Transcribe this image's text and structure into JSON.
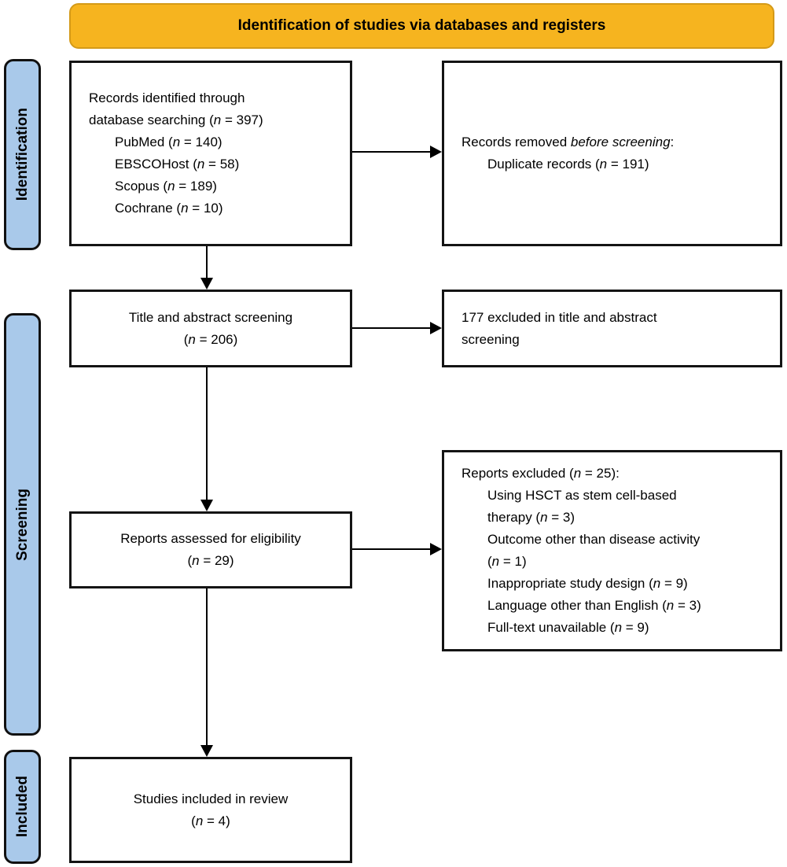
{
  "banner": {
    "label": "Identification of studies via databases and registers"
  },
  "colors": {
    "banner_bg": "#F6B41F",
    "banner_border": "#D49A18",
    "stage_bg": "#A9C9EA",
    "box_border": "#141414",
    "arrow": "#000000",
    "text": "#000000"
  },
  "stages": [
    {
      "id": "identification",
      "label": "Identification"
    },
    {
      "id": "screening",
      "label": "Screening"
    },
    {
      "id": "included",
      "label": "Included"
    }
  ],
  "boxes": {
    "records_identified": {
      "align": "left",
      "lines": [
        {
          "seg": [
            {
              "t": "Records identified through"
            }
          ]
        },
        {
          "seg": [
            {
              "t": "database searching ("
            },
            {
              "t": "n",
              "i": true
            },
            {
              "t": " = 397)"
            }
          ]
        },
        {
          "indent": true,
          "seg": [
            {
              "t": "PubMed ("
            },
            {
              "t": "n",
              "i": true
            },
            {
              "t": " = 140)"
            }
          ]
        },
        {
          "indent": true,
          "seg": [
            {
              "t": "EBSCOHost ("
            },
            {
              "t": "n",
              "i": true
            },
            {
              "t": " = 58)"
            }
          ]
        },
        {
          "indent": true,
          "seg": [
            {
              "t": "Scopus ("
            },
            {
              "t": "n",
              "i": true
            },
            {
              "t": " = 189)"
            }
          ]
        },
        {
          "indent": true,
          "seg": [
            {
              "t": "Cochrane ("
            },
            {
              "t": "n",
              "i": true
            },
            {
              "t": " = 10)"
            }
          ]
        }
      ]
    },
    "records_removed": {
      "align": "left",
      "lines": [
        {
          "seg": [
            {
              "t": "Records removed "
            },
            {
              "t": "before screening",
              "i": true
            },
            {
              "t": ":"
            }
          ]
        },
        {
          "indent": true,
          "seg": [
            {
              "t": "Duplicate records ("
            },
            {
              "t": "n",
              "i": true
            },
            {
              "t": " = 191)"
            }
          ]
        }
      ]
    },
    "title_abstract_screening": {
      "align": "center",
      "lines": [
        {
          "seg": [
            {
              "t": "Title and abstract screening"
            }
          ]
        },
        {
          "seg": [
            {
              "t": "("
            },
            {
              "t": "n",
              "i": true
            },
            {
              "t": " = 206)"
            }
          ]
        }
      ]
    },
    "excluded_title_abstract": {
      "align": "left",
      "lines": [
        {
          "seg": [
            {
              "t": "177 excluded in title and abstract"
            }
          ]
        },
        {
          "seg": [
            {
              "t": "screening"
            }
          ]
        }
      ]
    },
    "reports_assessed": {
      "align": "center",
      "lines": [
        {
          "seg": [
            {
              "t": "Reports assessed for eligibility"
            }
          ]
        },
        {
          "seg": [
            {
              "t": "("
            },
            {
              "t": "n",
              "i": true
            },
            {
              "t": " = 29)"
            }
          ]
        }
      ]
    },
    "reports_excluded": {
      "align": "left",
      "lines": [
        {
          "seg": [
            {
              "t": "Reports excluded ("
            },
            {
              "t": "n",
              "i": true
            },
            {
              "t": " = 25):"
            }
          ]
        },
        {
          "indent": true,
          "seg": [
            {
              "t": "Using HSCT as stem cell-based"
            }
          ]
        },
        {
          "indent": true,
          "seg": [
            {
              "t": "therapy ("
            },
            {
              "t": "n",
              "i": true
            },
            {
              "t": " = 3)"
            }
          ]
        },
        {
          "indent": true,
          "seg": [
            {
              "t": "Outcome other than disease activity"
            }
          ]
        },
        {
          "indent": true,
          "seg": [
            {
              "t": "("
            },
            {
              "t": "n",
              "i": true
            },
            {
              "t": " = 1)"
            }
          ]
        },
        {
          "indent": true,
          "seg": [
            {
              "t": "Inappropriate study design ("
            },
            {
              "t": "n",
              "i": true
            },
            {
              "t": " = 9)"
            }
          ]
        },
        {
          "indent": true,
          "seg": [
            {
              "t": "Language other than English ("
            },
            {
              "t": "n",
              "i": true
            },
            {
              "t": " = 3)"
            }
          ]
        },
        {
          "indent": true,
          "seg": [
            {
              "t": "Full-text unavailable ("
            },
            {
              "t": "n",
              "i": true
            },
            {
              "t": " = 9)"
            }
          ]
        }
      ]
    },
    "studies_included": {
      "align": "center",
      "lines": [
        {
          "seg": [
            {
              "t": "Studies included in review"
            }
          ]
        },
        {
          "seg": [
            {
              "t": "("
            },
            {
              "t": "n",
              "i": true
            },
            {
              "t": " = 4)"
            }
          ]
        }
      ]
    }
  }
}
